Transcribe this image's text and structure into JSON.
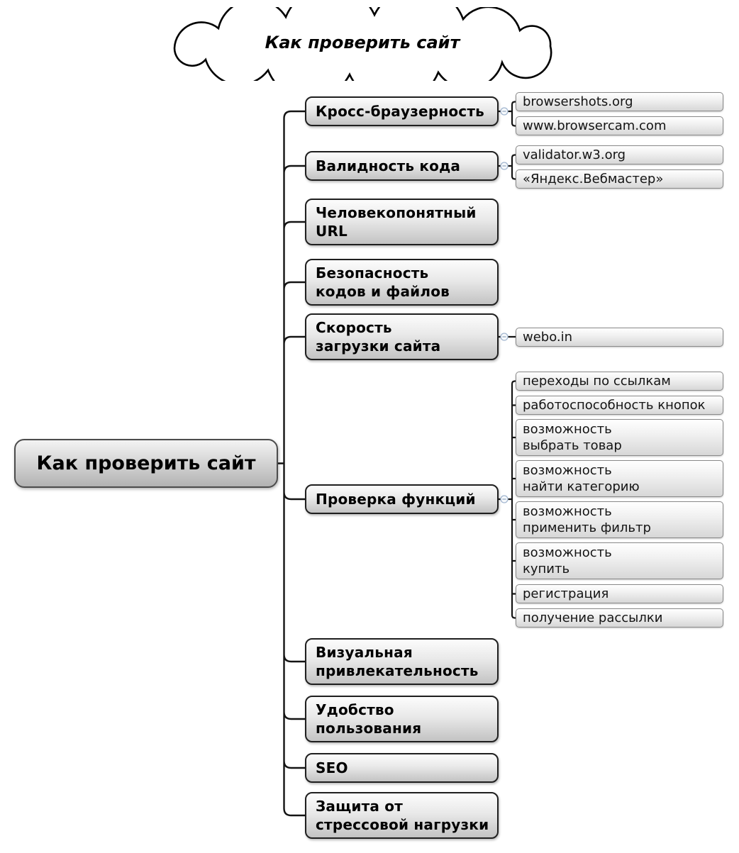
{
  "diagram": {
    "cloud_title": "Как проверить сайт",
    "root": {
      "label": "Как проверить сайт"
    },
    "branches": [
      {
        "label": "Кросс-браузерность",
        "children": [
          "browsershots.org",
          "www.browsercam.com"
        ]
      },
      {
        "label": "Валидность кода",
        "children": [
          "validator.w3.org",
          "«Яндекс.Вебмастер»"
        ]
      },
      {
        "label": "Человекопонятный\nURL",
        "children": []
      },
      {
        "label": "Безопасность\nкодов и файлов",
        "children": []
      },
      {
        "label": "Скорость\nзагрузки сайта",
        "children": [
          "webo.in"
        ]
      },
      {
        "label": "Проверка функций",
        "children": [
          "переходы по ссылкам",
          "работоспособность кнопок",
          "возможность\nвыбрать товар",
          "возможность\nнайти категорию",
          "возможность\nприменить фильтр",
          "возможность\nкупить",
          "регистрация",
          "получение рассылки"
        ]
      },
      {
        "label": "Визуальная\nпривлекательность",
        "children": []
      },
      {
        "label": "Удобство\nпользования",
        "children": []
      },
      {
        "label": "SEO",
        "children": []
      },
      {
        "label": "Защита от\nстрессовой нагрузки",
        "children": []
      }
    ],
    "icons": {
      "collapse_toggle": "minus"
    },
    "colors": {
      "background": "#ffffff",
      "connector": "#141414",
      "branch_border": "#1f1f1f",
      "leaf_border": "#8a8a8a",
      "node_fill_top": "#fcfcfc",
      "node_fill_bottom": "#c3c3c3",
      "toggle_outline": "#a3b7d0",
      "toggle_minus": "#8fa3bc"
    }
  }
}
